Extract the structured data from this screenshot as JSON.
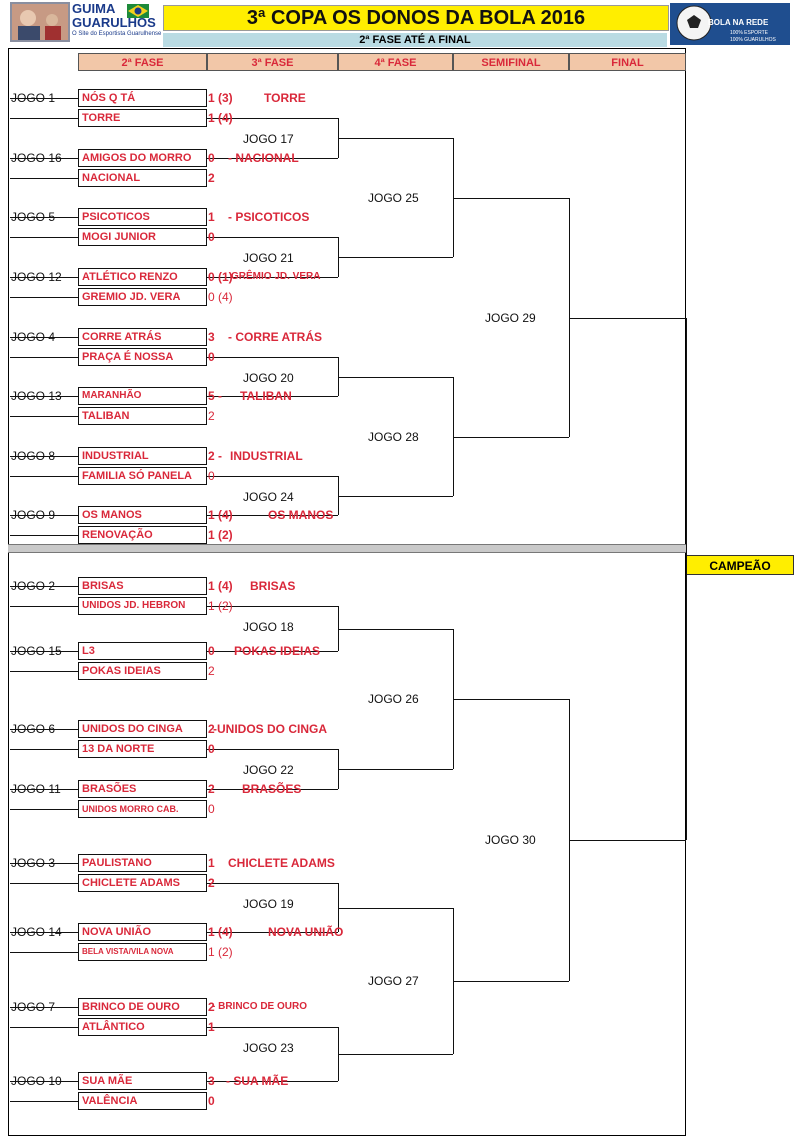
{
  "header": {
    "logo_line1": "GUIMA",
    "logo_line2": "GUARULHOS",
    "logo_tagline": "O Site do Esportista Guarulhense",
    "title": "3ª COPA OS DONOS DA BOLA 2016",
    "subtitle": "2ª FASE ATÉ A FINAL",
    "right_logo_text": "BOLA NA REDE",
    "right_logo_tag1": "100% ESPORTE",
    "right_logo_tag2": "100% GUARULHOS"
  },
  "phases": [
    "2ª FASE",
    "3ª FASE",
    "4ª FASE",
    "SEMIFINAL",
    "FINAL"
  ],
  "champion_label": "CAMPEÃO",
  "colors": {
    "title_bg": "#ffee00",
    "subtitle_bg": "#b9dbe3",
    "phase_bg": "#f2c7a8",
    "team_text": "#d9283a"
  },
  "r1": [
    {
      "jogo": "JOGO 1",
      "t1": "NÓS Q TÁ",
      "s1": "1 (3)",
      "t2": "TORRE",
      "s2": "1 (4)",
      "adv": "TORRE"
    },
    {
      "jogo": "JOGO 16",
      "t1": "AMIGOS DO MORRO",
      "s1": "0",
      "t2": "NACIONAL",
      "s2": "2",
      "adv": "- NACIONAL"
    },
    {
      "jogo": "JOGO 5",
      "t1": "PSICOTICOS",
      "s1": "1",
      "t2": "MOGI JUNIOR",
      "s2": "0",
      "adv": "- PSICOTICOS"
    },
    {
      "jogo": "JOGO 12",
      "t1": "ATLÉTICO RENZO",
      "s1": "0 (1)",
      "t2": "GREMIO JD. VERA",
      "s2": "0 (4)",
      "adv": "GRÊMIO JD. VERA"
    },
    {
      "jogo": "JOGO 4",
      "t1": "CORRE ATRÁS",
      "s1": "3",
      "t2": "PRAÇA É NOSSA",
      "s2": "0",
      "adv": "- CORRE ATRÁS"
    },
    {
      "jogo": "JOGO 13",
      "t1": "MARANHÃO",
      "s1": "5 -",
      "t2": "TALIBAN",
      "s2": "2",
      "adv": "TALIBAN"
    },
    {
      "jogo": "JOGO 8",
      "t1": "INDUSTRIAL",
      "s1": "2 -",
      "t2": "FAMILIA SÓ PANELA",
      "s2": "0",
      "adv": "INDUSTRIAL"
    },
    {
      "jogo": "JOGO 9",
      "t1": "OS MANOS",
      "s1": "1 (4)",
      "t2": "RENOVAÇÃO",
      "s2": "1 (2)",
      "adv": "OS MANOS"
    },
    {
      "jogo": "JOGO 2",
      "t1": "BRISAS",
      "s1": "1 (4)",
      "t2": "UNIDOS JD. HEBRON",
      "s2": "1 (2)",
      "adv": "BRISAS"
    },
    {
      "jogo": "JOGO 15",
      "t1": "L3",
      "s1": "0",
      "t2": "POKAS IDEIAS",
      "s2": "2",
      "adv": "POKAS IDEIAS"
    },
    {
      "jogo": "JOGO 6",
      "t1": "UNIDOS DO CINGA",
      "s1": "2",
      "t2": "13 DA NORTE",
      "s2": "0",
      "adv": "-UNIDOS DO CINGA"
    },
    {
      "jogo": "JOGO 11",
      "t1": "BRASÕES",
      "s1": "2",
      "t2": "UNIDOS MORRO CAB.",
      "s2": "0",
      "adv": "BRASÕES"
    },
    {
      "jogo": "JOGO 3",
      "t1": "PAULISTANO",
      "s1": "1",
      "t2": "CHICLETE ADAMS",
      "s2": "2",
      "adv": "CHICLETE ADAMS"
    },
    {
      "jogo": "JOGO 14",
      "t1": "NOVA UNIÃO",
      "s1": "1 (4)",
      "t2": "BELA VISTA/VILA NOVA",
      "s2": "1 (2)",
      "adv": "NOVA UNIÃO"
    },
    {
      "jogo": "JOGO 7",
      "t1": "BRINCO DE OURO",
      "s1": "2",
      "t2": "ATLÂNTICO",
      "s2": "1",
      "adv": "- BRINCO DE OURO"
    },
    {
      "jogo": "JOGO 10",
      "t1": "SUA MÃE",
      "s1": "3",
      "t2": "VALÊNCIA",
      "s2": "0",
      "adv": "- SUA MÃE"
    }
  ],
  "r2": [
    "JOGO 17",
    "JOGO 21",
    "JOGO 20",
    "JOGO 24",
    "JOGO 18",
    "JOGO 22",
    "JOGO 19",
    "JOGO 23"
  ],
  "r3": [
    "JOGO 25",
    "JOGO 28",
    "JOGO 26",
    "JOGO 27"
  ],
  "r4": [
    "JOGO 29",
    "JOGO 30"
  ]
}
